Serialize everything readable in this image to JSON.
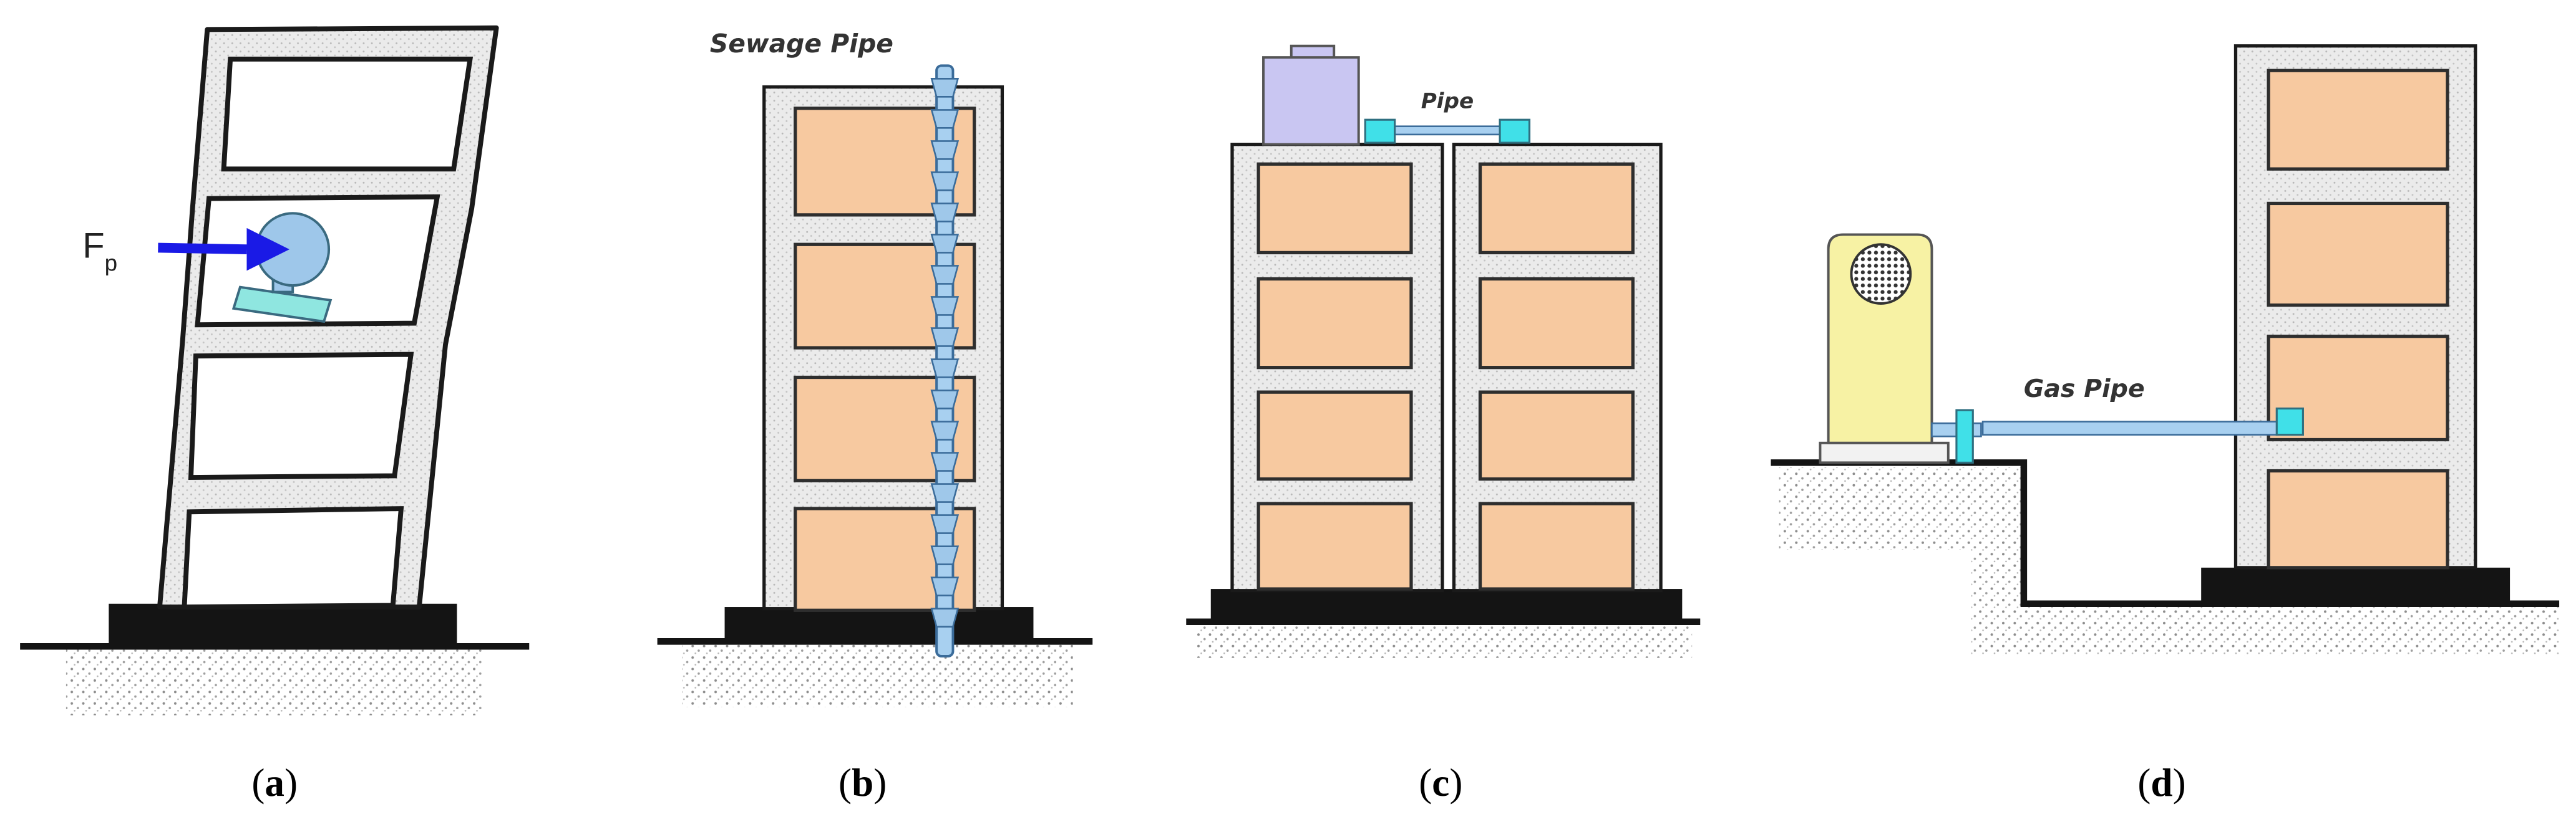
{
  "panels": [
    {
      "id": "a",
      "letter": "a",
      "force_symbol": "F",
      "force_subscript": "p"
    },
    {
      "id": "b",
      "letter": "b",
      "pipe_label": "Sewage Pipe"
    },
    {
      "id": "c",
      "letter": "c",
      "pipe_label": "Pipe"
    },
    {
      "id": "d",
      "letter": "d",
      "pipe_label": "Gas Pipe"
    }
  ],
  "colors": {
    "frame_fill": "#ebebeb",
    "frame_stroke": "#1a1a1a",
    "room_fill": "#f7c9a0",
    "room_stroke": "#2e2e2e",
    "foundation": "#141414",
    "soil_dots": "#9a9a9a",
    "pipe_fill": "#a8d0f0",
    "pipe_stroke": "#3b6c9a",
    "coupling_fill": "#40e0e8",
    "tank_fill": "#c9c6f2",
    "generator_fill": "#f7f2a4",
    "equipment_fill": "#9ec7ea",
    "equipment_base_fill": "#8fe6e0",
    "force_arrow": "#1a1ae6"
  },
  "icons": [
    "force-arrow",
    "rotating-equipment",
    "water-tank",
    "gas-generator",
    "fan-grille"
  ]
}
